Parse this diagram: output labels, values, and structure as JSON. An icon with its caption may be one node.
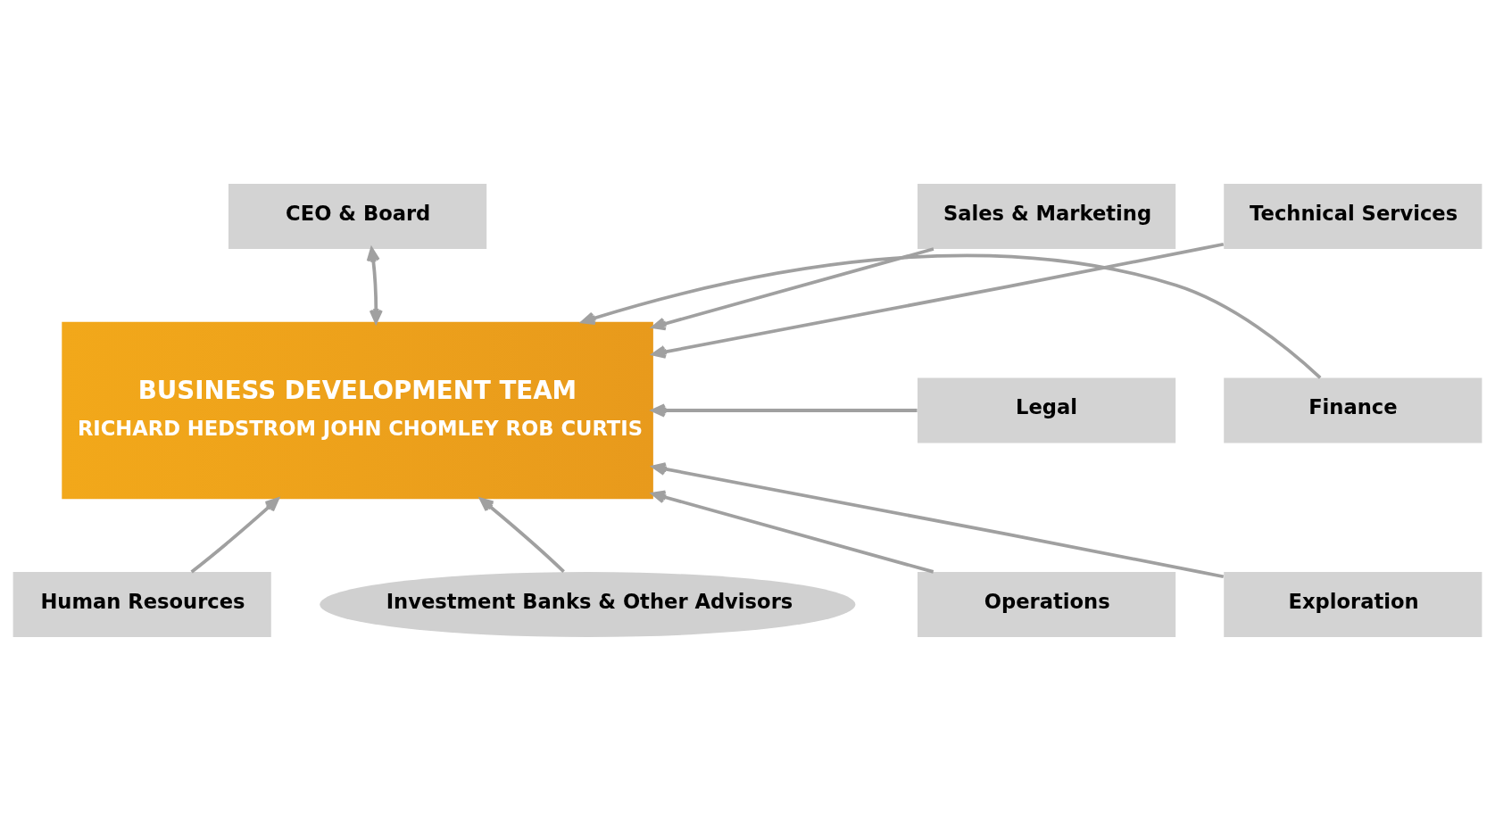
{
  "diagram": {
    "nodes": [
      {
        "text": [
          "CEO & Board"
        ]
      },
      {
        "text": [
          "Sales & Marketing"
        ]
      },
      {
        "text": [
          "Technical Services"
        ]
      },
      {
        "text": [
          "BUSINESS DEVELOPMENT TEAM",
          "RICHARD HEDSTROM JOHN CHOMLEY ROB CURTIS"
        ]
      },
      {
        "text": [
          "Legal"
        ]
      },
      {
        "text": [
          "Finance"
        ]
      },
      {
        "text": [
          "Operations"
        ]
      },
      {
        "text": [
          "Exploration"
        ]
      },
      {
        "text": [
          "Human Resources"
        ]
      },
      {
        "text": [
          "Investment Banks & Other Advisors"
        ]
      }
    ],
    "edges": [
      {
        "from": 0,
        "to": 3,
        "arrow": "both"
      },
      {
        "from": 1,
        "to": 3,
        "arrow": "to"
      },
      {
        "from": 2,
        "to": 3,
        "arrow": "to"
      },
      {
        "from": 4,
        "to": 3,
        "arrow": "to"
      },
      {
        "from": 5,
        "to": 3,
        "arrow": "to"
      },
      {
        "from": 6,
        "to": 3,
        "arrow": "to"
      },
      {
        "from": 7,
        "to": 3,
        "arrow": "to"
      },
      {
        "from": 8,
        "to": 3,
        "arrow": "to"
      },
      {
        "from": 9,
        "to": 3,
        "arrow": "to"
      }
    ]
  }
}
